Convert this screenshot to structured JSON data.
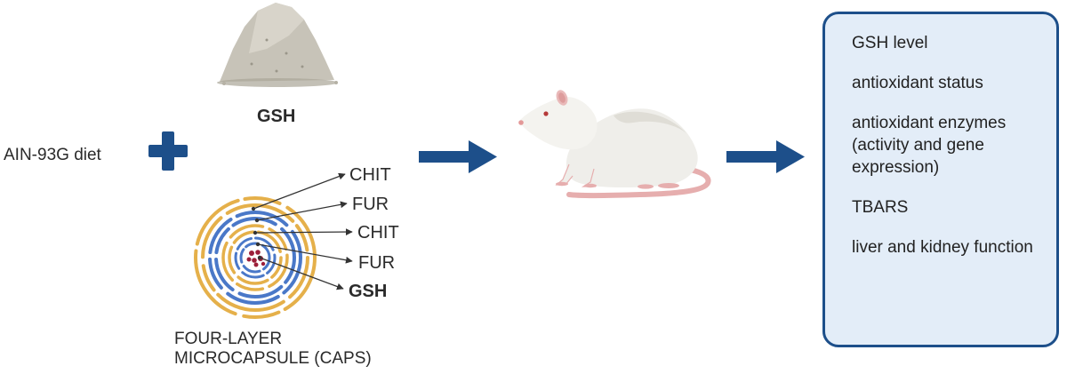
{
  "diet": {
    "label": "AIN-93G diet"
  },
  "powder": {
    "label": "GSH",
    "icon": "powder-pile-icon"
  },
  "microcapsule": {
    "layers": [
      {
        "label": "CHIT"
      },
      {
        "label": "FUR"
      },
      {
        "label": "CHIT"
      },
      {
        "label": "FUR"
      },
      {
        "label": "GSH"
      }
    ],
    "caption_line1": "FOUR-LAYER",
    "caption_line2": "MICROCAPSULE (CAPS)",
    "colors": {
      "outer": "#e5b04a",
      "inner": "#4a78c8",
      "core": "#9c1f3a"
    }
  },
  "rat": {
    "icon": "rat-icon"
  },
  "outcomes": {
    "items": [
      "GSH level",
      "antioxidant status",
      "antioxidant enzymes (activity and gene expression)",
      "TBARS",
      "liver and kidney function"
    ]
  },
  "colors": {
    "accent": "#1d4f8a",
    "box_fill": "#e3edf8"
  }
}
